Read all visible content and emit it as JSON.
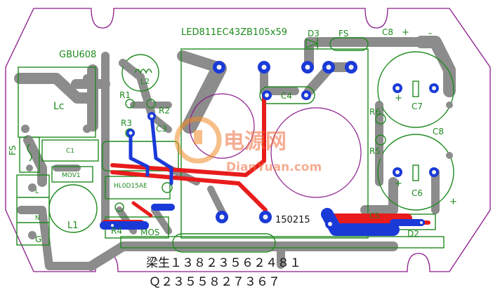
{
  "board": {
    "title": "LED811EC43ZB105x59",
    "code": "150215",
    "outline_color": "#8a1a8a",
    "silk_color": "#1f8a1f",
    "copper_gray": "#8c8c8c",
    "copper_red": "#e81c1c",
    "copper_blue": "#1a3ad8"
  },
  "labels": {
    "gbu": "GBU608",
    "lc": "Lc",
    "fs_left": "FS",
    "fs_top": "FS",
    "c1": "C1",
    "mov1": "MOV1",
    "l1": "L1",
    "l2": "L2",
    "r1": "R1",
    "r2": "R2",
    "r3": "R3",
    "c3": "C3",
    "r4": "R4",
    "mos": "MOS",
    "ic": "HL0D15AE",
    "d3": "D3",
    "c4": "C4",
    "c8_top": "C8",
    "plus_top": "+",
    "minus_top": "-",
    "c7": "C7",
    "c8_mid": "C8",
    "r6": "R6",
    "r5": "R5",
    "c6": "C6",
    "plus_c7": "+",
    "plus_c6": "+",
    "plus_right": "+",
    "c5": "C5",
    "d2": "D2",
    "pin_l": "L",
    "pin_n": "N",
    "pin_g": "G"
  },
  "watermark": {
    "cn": "电源网",
    "en": "DianYuan.com"
  },
  "contact": {
    "line1": "梁生１３８２３５６２４８１",
    "line2": "Ｑ２３５５８２７３６７"
  }
}
